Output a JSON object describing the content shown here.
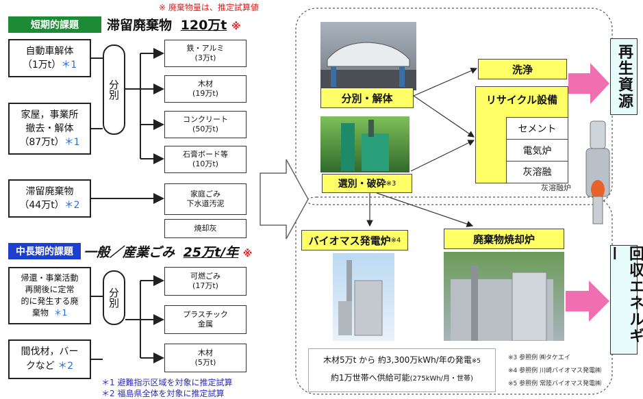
{
  "top_note": "※ 廃棄物量は、推定試算値",
  "short_term": {
    "label": "短期的課題",
    "title": "滞留廃棄物",
    "amount": "120万t",
    "mark": "※",
    "sources": [
      {
        "name": "自動車解体",
        "amount": "（1万t）",
        "note": "＊1"
      },
      {
        "name1": "家屋，事業所",
        "name2": "撤去・解体",
        "amount": "（87万t）",
        "note": "＊1"
      },
      {
        "name": "滞留廃棄物",
        "amount": "（44万t）",
        "note": "＊2"
      }
    ],
    "sort_label": "分別",
    "outputs": [
      {
        "name": "鉄・アルミ",
        "amount": "(3万t)"
      },
      {
        "name": "木材",
        "amount": "(19万t)"
      },
      {
        "name": "コンクリート",
        "amount": "(50万t)"
      },
      {
        "name": "石膏ボード等",
        "amount": "(10万t)"
      },
      {
        "name1": "家庭ごみ",
        "name2": "下水道汚泥"
      },
      {
        "name": "焼却灰"
      }
    ]
  },
  "mid_term": {
    "label": "中長期的課題",
    "title": "一般／産業ごみ",
    "amount": "25万t/年",
    "mark": "※",
    "sources": [
      {
        "l1": "帰還・事業活動",
        "l2": "再開後に定常",
        "l3": "的に発生する廃",
        "l4": "棄物",
        "note": "＊1"
      },
      {
        "l1": "間伐材，バー",
        "l2": "クなど",
        "note": "＊2"
      }
    ],
    "sort_label": "分別",
    "outputs": [
      {
        "name": "可燃ごみ",
        "amount": "(17万t)"
      },
      {
        "name1": "プラスチック",
        "name2": "金属"
      },
      {
        "name": "木材",
        "amount": "(5万t)"
      }
    ]
  },
  "process": {
    "sort_dismantle": "分別・解体",
    "wash": "洗浄",
    "recycle_facility": "リサイクル設備",
    "recycle_items": [
      "セメント",
      "電気炉",
      "灰溶融"
    ],
    "select_crush": "選別・破砕",
    "select_crush_mark": "※3",
    "ash_melting_furnace": "灰溶融炉",
    "biomass": "バイオマス発電炉",
    "biomass_mark": "※4",
    "incinerator": "廃棄物焼却炉"
  },
  "outcomes": {
    "recycled": "再生資源",
    "energy": "回収エネルギー"
  },
  "power_note": {
    "line1a": "木材5万t から 約3,300万kWh/年の発電",
    "line1b": "※5",
    "line2a": "約1万世帯へ供給可能",
    "line2b": "(275kWh/月・世帯)"
  },
  "refs": [
    "※3 参照例 ㈱タケエイ",
    "※4 参照例 川崎バイオマス発電㈱",
    "※5 参照例 常陸バイオマス発電㈱"
  ],
  "footnotes": [
    "＊1  避難指示区域を対象に推定試算",
    "＊2  福島県全体を対象に推定試算"
  ]
}
